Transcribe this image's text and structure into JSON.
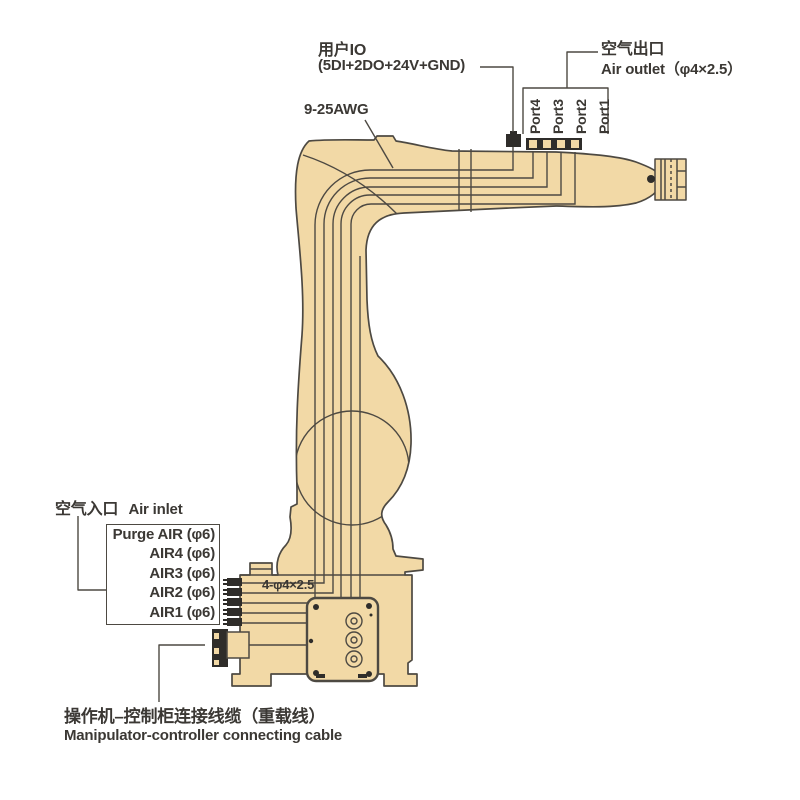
{
  "labels": {
    "user_io_zh": "用户IO",
    "user_io_detail": "(5DI+2DO+24V+GND)",
    "awg": "9-25AWG",
    "air_outlet_zh": "空气出口",
    "air_outlet_en": "Air outlet（φ4×2.5）",
    "ports": [
      "Port4",
      "Port3",
      "Port2",
      "Port1"
    ],
    "air_inlet_zh": "空气入口",
    "air_inlet_en": "Air inlet",
    "air_inlet_rows": [
      "Purge AIR (φ6)",
      "AIR4 (φ6)",
      "AIR3 (φ6)",
      "AIR2 (φ6)",
      "AIR1 (φ6)"
    ],
    "base_holes": "4-φ4×2.5",
    "cable_zh": "操作机–控制柜连接线缆（重载线）",
    "cable_en": "Manipulator-controller connecting cable"
  },
  "colors": {
    "body": "#f2d9a6",
    "outline": "#4d4942",
    "text": "#3b3834",
    "dark": "#2f2d2a"
  }
}
